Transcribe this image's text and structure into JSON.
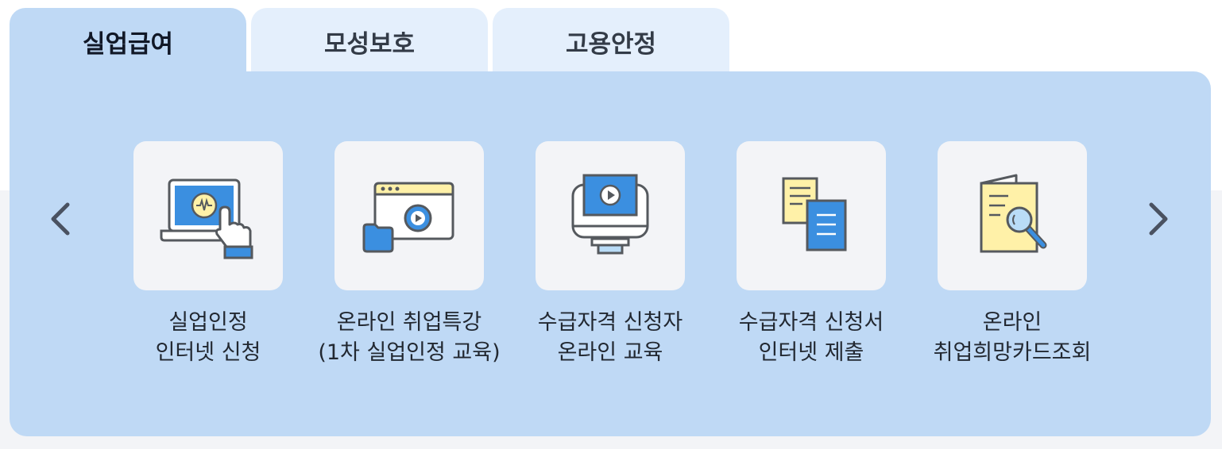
{
  "tabs": [
    {
      "label": "실업급여",
      "active": true
    },
    {
      "label": "모성보호",
      "active": false
    },
    {
      "label": "고용안정",
      "active": false
    }
  ],
  "carousel": {
    "prev_icon": "chevron-left-icon",
    "next_icon": "chevron-right-icon",
    "items": [
      {
        "icon": "laptop-touch-icon",
        "line1": "실업인정",
        "line2": "인터넷 신청"
      },
      {
        "icon": "video-window-folder-icon",
        "line1": "온라인 취업특강",
        "line2": "(1차 실업인정 교육)"
      },
      {
        "icon": "monitor-play-icon",
        "line1": "수급자격 신청자",
        "line2": "온라인 교육"
      },
      {
        "icon": "documents-icon",
        "line1": "수급자격 신청서",
        "line2": "인터넷 제출"
      },
      {
        "icon": "document-search-icon",
        "line1": "온라인",
        "line2": "취업희망카드조회"
      }
    ]
  },
  "colors": {
    "panel": "#bfd9f5",
    "inactive_tab": "#e4effc",
    "card": "#f3f4f7",
    "icon_blue": "#3b8fe0",
    "icon_yellow": "#fff1a8",
    "icon_stroke": "#55595e",
    "arrow": "#4a5261"
  }
}
